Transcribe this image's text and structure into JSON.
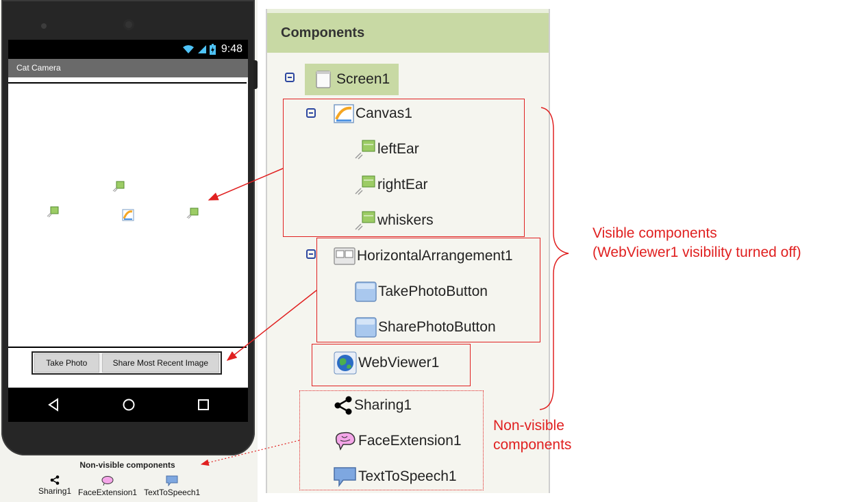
{
  "phone": {
    "status_time": "9:48",
    "app_title": "Cat Camera",
    "buttons": {
      "take_photo": "Take Photo",
      "share": "Share Most Recent Image"
    },
    "nonvisible": {
      "title": "Non-visible components",
      "items": [
        "Sharing1",
        "FaceExtension1",
        "TextToSpeech1"
      ]
    }
  },
  "components": {
    "header": "Components",
    "tree": {
      "screen": "Screen1",
      "canvas": "Canvas1",
      "left_ear": "leftEar",
      "right_ear": "rightEar",
      "whiskers": "whiskers",
      "arrangement": "HorizontalArrangement1",
      "take_photo_button": "TakePhotoButton",
      "share_photo_button": "SharePhotoButton",
      "webviewer": "WebViewer1",
      "sharing": "Sharing1",
      "face_extension": "FaceExtension1",
      "tts": "TextToSpeech1"
    }
  },
  "annotations": {
    "visible_line1": "Visible components",
    "visible_line2": "(WebViewer1 visibility turned off)",
    "nonvisible_line1": "Non-visible",
    "nonvisible_line2": "components"
  },
  "colors": {
    "annotation_red": "#e02020",
    "header_green": "#c8d9a4"
  }
}
